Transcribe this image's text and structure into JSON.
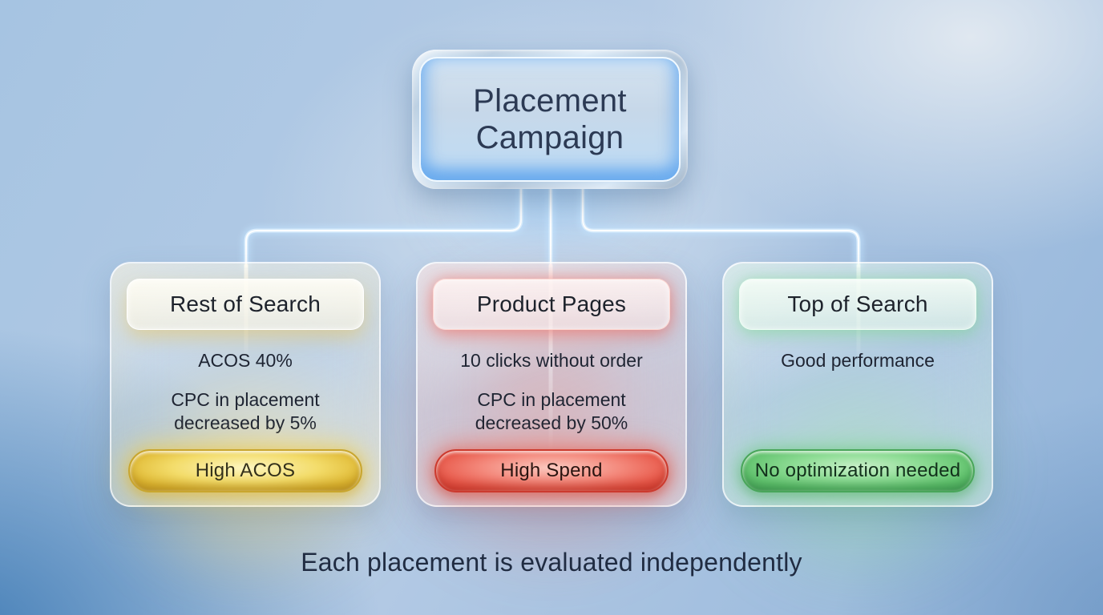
{
  "diagram": {
    "root_node": {
      "label_line1": "Placement",
      "label_line2": "Campaign"
    },
    "nodes": [
      {
        "title": "Rest of Search",
        "stat_primary": "ACOS 40%",
        "stat_secondary": "CPC in placement decreased by 5%",
        "badge": "High ACOS",
        "accent": "yellow",
        "accent_color": "#E3BC33"
      },
      {
        "title": "Product Pages",
        "stat_primary": "10 clicks without order",
        "stat_secondary": "CPC in placement decreased by 50%",
        "badge": "High Spend",
        "accent": "red",
        "accent_color": "#E4493C"
      },
      {
        "title": "Top of Search",
        "stat_primary": "Good performance",
        "stat_secondary": "",
        "badge": "No optimization needed",
        "accent": "green",
        "accent_color": "#5CBF6D"
      }
    ],
    "caption": "Each placement is evaluated independently",
    "styles": {
      "root_glow_color": "#7EC2F5",
      "connector_color": "#DCEEFC",
      "background_blue": "#A6C4E2",
      "title_text_color": "#2C3A54"
    }
  }
}
